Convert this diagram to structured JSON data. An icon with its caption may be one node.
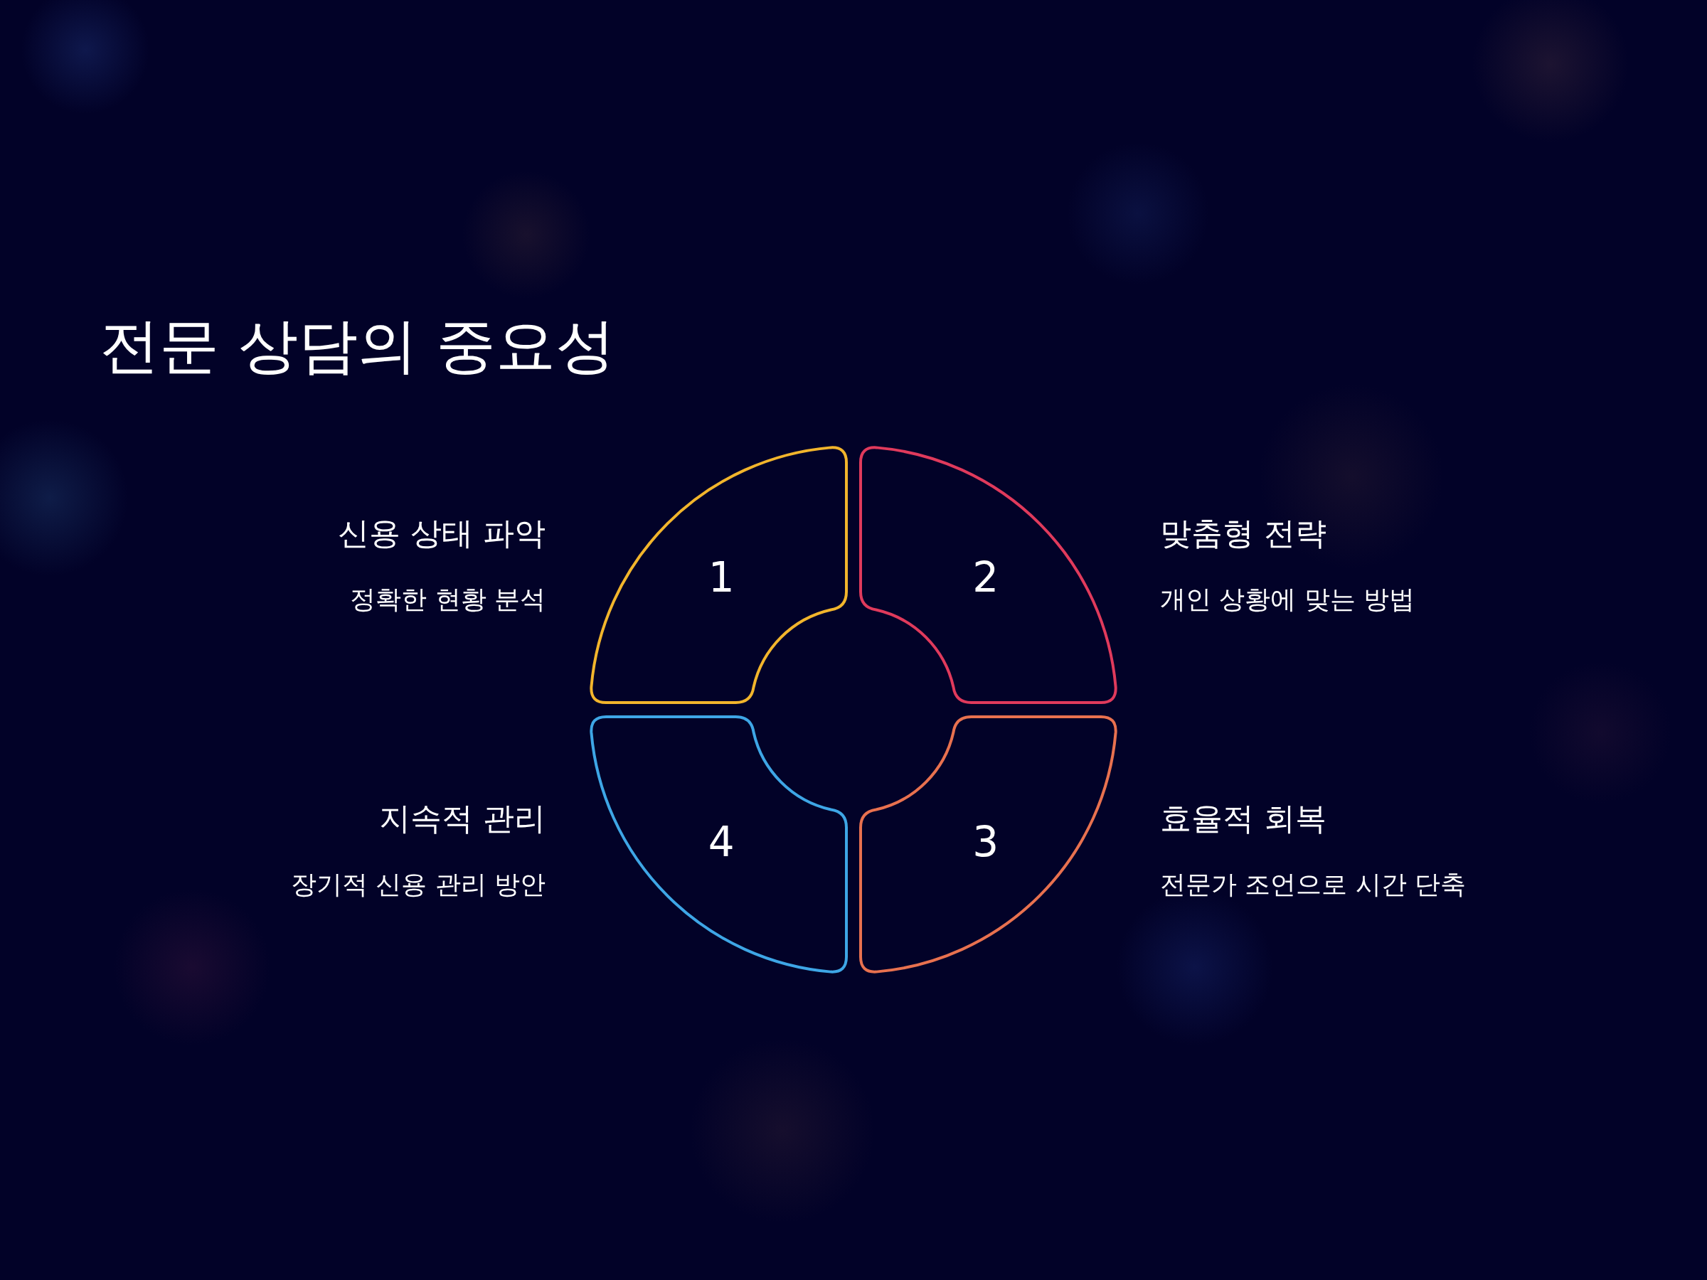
{
  "diagram": {
    "title": "전문 상담의 중요성",
    "nodes": [
      {
        "text": [
          "1"
        ],
        "beside": [
          "신용 상태 파악",
          "정확한 현황 분석"
        ]
      },
      {
        "text": [
          "2"
        ],
        "beside": [
          "맞춤형 전략",
          "개인 상황에 맞는 방법"
        ]
      },
      {
        "text": [
          "3"
        ],
        "beside": [
          "효율적 회복",
          "전문가 조언으로 시간 단축"
        ]
      },
      {
        "text": [
          "4"
        ],
        "beside": [
          "지속적 관리",
          "장기적 신용 관리 방안"
        ]
      }
    ]
  }
}
